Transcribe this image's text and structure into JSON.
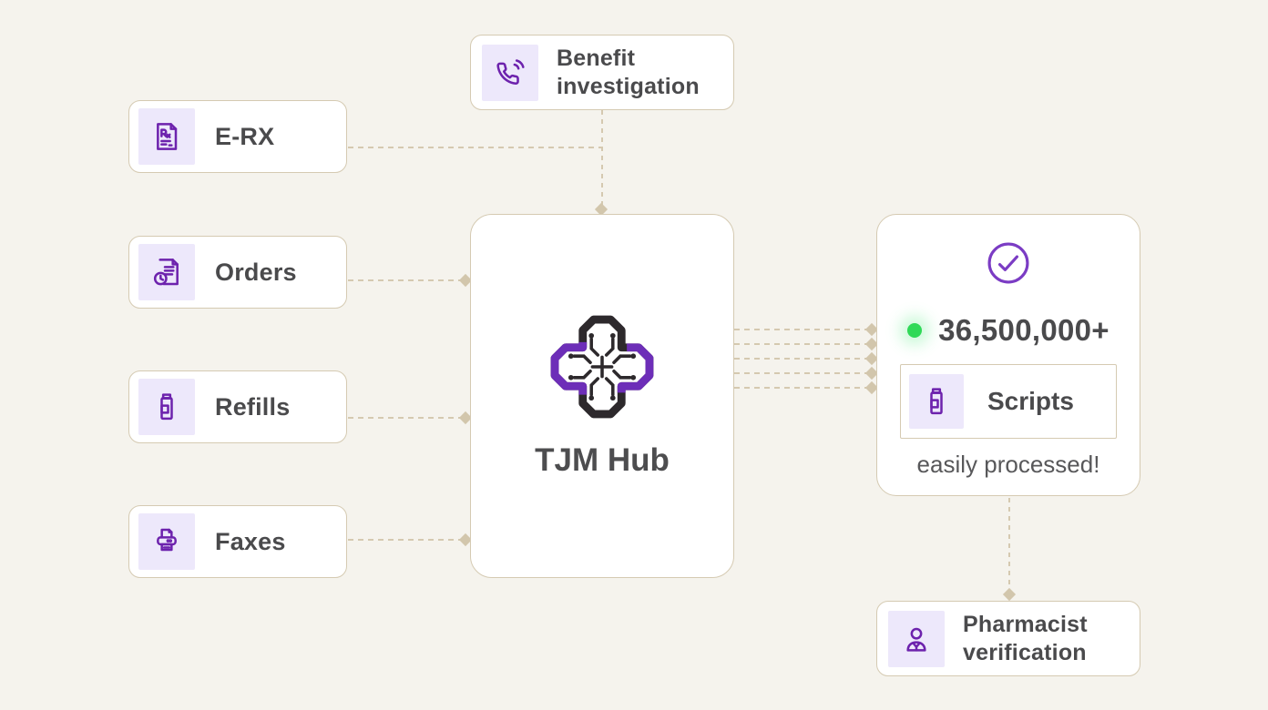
{
  "colors": {
    "background": "#f5f3ed",
    "card_border": "#d5cab2",
    "connector": "#d5c9b0",
    "icon_tile_bg": "#ede8fb",
    "icon_purple": "#6d22ad",
    "logo_purple": "#6d2eb8",
    "logo_dark": "#2d292c",
    "text_primary": "#4a4a4c",
    "green_dot": "#2fd957"
  },
  "input_cards": [
    {
      "label": "E-RX",
      "icon": "erx-document-icon"
    },
    {
      "label": "Orders",
      "icon": "document-clock-icon"
    },
    {
      "label": "Refills",
      "icon": "pill-bottle-icon"
    },
    {
      "label": "Faxes",
      "icon": "fax-printer-icon"
    }
  ],
  "benefit_card": {
    "label": "Benefit investigation",
    "icon": "phone-icon"
  },
  "hub_card": {
    "label": "TJM Hub",
    "icon": "medical-cross-circuit-logo"
  },
  "result_card": {
    "check_icon": "check-circle-icon",
    "count": "36,500,000+",
    "scripts_label": "Scripts",
    "scripts_icon": "pill-bottle-icon",
    "caption": "easily processed!"
  },
  "pharmacist_card": {
    "label": "Pharmacist verification",
    "icon": "pharmacist-person-icon"
  }
}
